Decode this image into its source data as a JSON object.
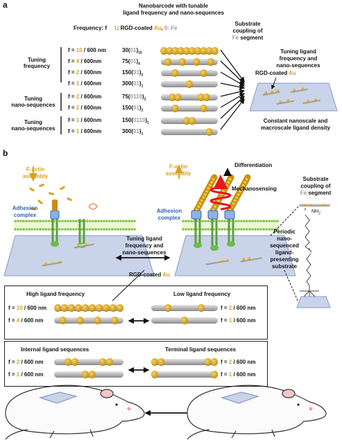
{
  "panel_a": {
    "label": "a",
    "title_line1": "Nanobarcode with tunable",
    "title_line2": "ligand frequency and nano-sequences",
    "freq_header": "Frequency: f",
    "legend_1": "1",
    "legend_rgd": ": RGD-coated ",
    "legend_au": "Au",
    "legend_0": "0",
    "legend_fe": ": Fe",
    "groups": [
      {
        "line1": "Tuning",
        "line2": "frequency"
      },
      {
        "line1": "Tuning",
        "line2": "nano-sequences"
      },
      {
        "line1": "Tuning",
        "line2": "nano-sequences"
      }
    ],
    "rows": [
      {
        "f_pre": "f = ",
        "f_num": "10",
        "f_post": " / 600 nm",
        "c_pre": "30(",
        "c_seq": "01",
        "c_post": ")",
        "c_sub": "10"
      },
      {
        "f_pre": "f = ",
        "f_num": "4",
        "f_post": " / 600nm",
        "c_pre": "75(",
        "c_seq": "01",
        "c_post": ")",
        "c_sub": "4"
      },
      {
        "f_pre": "f = ",
        "f_num": "2",
        "f_post": " / 600nm",
        "c_pre": "150(",
        "c_seq": "01",
        "c_post": ")",
        "c_sub": "2"
      },
      {
        "f_pre": "f = ",
        "f_num": "1",
        "f_post": " / 600nm",
        "c_pre": "300(",
        "c_seq": "01",
        "c_post": ")",
        "c_sub": "1"
      },
      {
        "f_pre": "f = ",
        "f_num": "2",
        "f_post": " / 600nm",
        "c_pre": "75(",
        "c_seq": "0110",
        "c_post": ")",
        "c_sub": "2"
      },
      {
        "f_pre": "f = ",
        "f_num": "2",
        "f_post": " / 600nm",
        "c_pre": "150(",
        "c_seq": "01",
        "c_post": ")",
        "c_sub": "2"
      },
      {
        "f_pre": "f = ",
        "f_num": "1",
        "f_post": " / 600nm",
        "c_pre": "150(",
        "c_seq": "0110",
        "c_post": ")",
        "c_sub": "1"
      },
      {
        "f_pre": "f = ",
        "f_num": "1",
        "f_post": " / 600nm",
        "c_pre": "300(",
        "c_seq": "01",
        "c_post": ")",
        "c_sub": "1"
      }
    ],
    "substrate_line1": "Substrate",
    "substrate_line2": "coupling of",
    "substrate_fe": "Fe",
    "substrate_seg": " segment",
    "right_title1": "Tuning ligand",
    "right_title2": "frequency and",
    "right_title3": "nano-sequences",
    "right_rgd": "RGD-coated ",
    "right_au": "Au",
    "right_bottom1": "Constant nanoscale and",
    "right_bottom2": "macroscale ligand density"
  },
  "panel_b": {
    "label": "b",
    "factin_left1": "F-actin",
    "factin_left2": "assembly",
    "adhesion_left1": "Adhesion",
    "adhesion_left2": "complex",
    "factin_right1": "F-actin",
    "factin_right2": "assembly",
    "adhesion_right1": "Adhesion",
    "adhesion_right2": "complex",
    "differentiation": "Differentiation",
    "mechanosensing": "Mechanosensing",
    "substrate_line1": "Substrate",
    "substrate_line2": "coupling of",
    "substrate_fe": "Fe",
    "substrate_seg": " segment",
    "nh2": "NH",
    "nh2_sub": "2",
    "periodic": [
      "Periodic",
      "nano-",
      "sequenced",
      "ligand-",
      "presenting",
      "substrate"
    ],
    "center1": "Tuning ligand",
    "center2": "frequency and",
    "center3": "nano-sequences",
    "rgd_label": "RGD-coated ",
    "au_label": "Au",
    "box1": {
      "left_title": "High ligand frequency",
      "right_title": "Low ligand frequency",
      "left_rows": [
        {
          "pre": "f = ",
          "num": "10",
          "post": " / 600 nm"
        },
        {
          "pre": "f = ",
          "num": "4",
          "post": " / 600 nm"
        }
      ],
      "right_rows": [
        {
          "pre": "f = ",
          "num": "2",
          "post": " / 600 nm"
        },
        {
          "pre": "f = ",
          "num": "1",
          "post": " / 600 nm"
        }
      ]
    },
    "box2": {
      "left_title": "Internal ligand sequences",
      "right_title": "Terminal ligand sequences",
      "left_rows": [
        {
          "pre": "f = ",
          "num": "2",
          "post": " / 600 nm"
        },
        {
          "pre": "f = ",
          "num": "1",
          "post": " / 600 nm"
        }
      ],
      "right_rows": [
        {
          "pre": "f = ",
          "num": "2",
          "post": " / 600 nm"
        },
        {
          "pre": "f = ",
          "num": "1",
          "post": " / 600 nm"
        }
      ]
    }
  },
  "colors": {
    "gold": "#d9a21a",
    "fe_grey": "#9a9a9a",
    "adhesion_blue": "#2f63b4",
    "substrate": "#c9d3ea"
  }
}
